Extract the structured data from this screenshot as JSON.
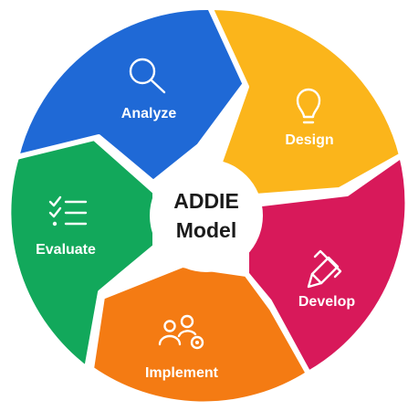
{
  "center": {
    "line1": "ADDIE",
    "line2": "Model"
  },
  "segments": [
    {
      "label": "Analyze",
      "icon": "magnifier-icon",
      "color": "#1f69d6"
    },
    {
      "label": "Design",
      "icon": "lightbulb-icon",
      "color": "#fbb51b"
    },
    {
      "label": "Develop",
      "icon": "pencil-ruler-icon",
      "color": "#d8195a"
    },
    {
      "label": "Implement",
      "icon": "team-gear-icon",
      "color": "#f47b13"
    },
    {
      "label": "Evaluate",
      "icon": "checklist-icon",
      "color": "#12a85b"
    }
  ]
}
